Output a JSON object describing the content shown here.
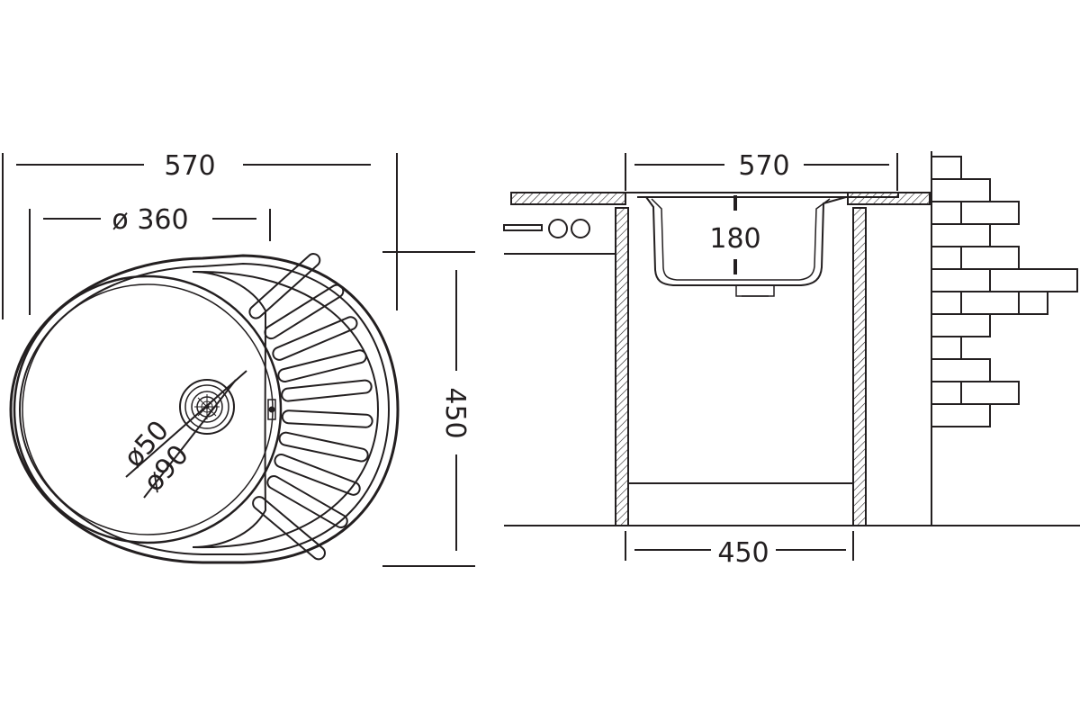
{
  "top_view": {
    "width_label": "570",
    "bowl_diameter_label": "ø 360",
    "depth_label": "450",
    "drain_inner_label": "ø50",
    "drain_outer_label": "ø90"
  },
  "section_view": {
    "width_label": "570",
    "bowl_depth_label": "180",
    "cabinet_width_label": "450"
  },
  "colors": {
    "line": "#231f20",
    "background": "#ffffff"
  }
}
